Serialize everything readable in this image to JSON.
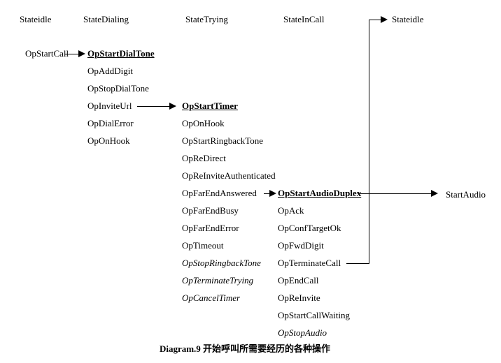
{
  "diagram": {
    "headers": {
      "state_idle_left": "Stateidle",
      "state_dialing": "StateDialing",
      "state_trying": "StateTrying",
      "state_incall": "StateInCall",
      "state_idle_right": "Stateidle"
    },
    "start_call_op": "OpStartCall",
    "dialing_ops": [
      "OpStartDialTone",
      "OpAddDigit",
      "OpStopDialTone",
      "OpInviteUrl",
      "OpDialError",
      "OpOnHook"
    ],
    "trying_ops": [
      "OpStartTimer",
      "OpOnHook",
      "OpStartRingbackTone",
      "OpReDirect",
      "OpReInviteAuthenticated",
      "OpFarEndAnswered",
      "OpFarEndBusy",
      "OpFarEndError",
      "OpTimeout",
      "OpStopRingbackTone",
      "OpTerminateTrying",
      "OpCancelTimer"
    ],
    "incall_ops": [
      "OpStartAudioDuplex",
      "OpAck",
      "OpConfTargetOk",
      "OpFwdDigit",
      "OpTerminateCall",
      "OpEndCall",
      "OpReInvite",
      "OpStartCallWaiting",
      "OpStopAudio"
    ],
    "start_audio_label": "StartAudio",
    "caption": "Diagram.9 开始呼叫所需要经历的各种操作",
    "line_color": "#000000",
    "background_color": "#ffffff"
  }
}
